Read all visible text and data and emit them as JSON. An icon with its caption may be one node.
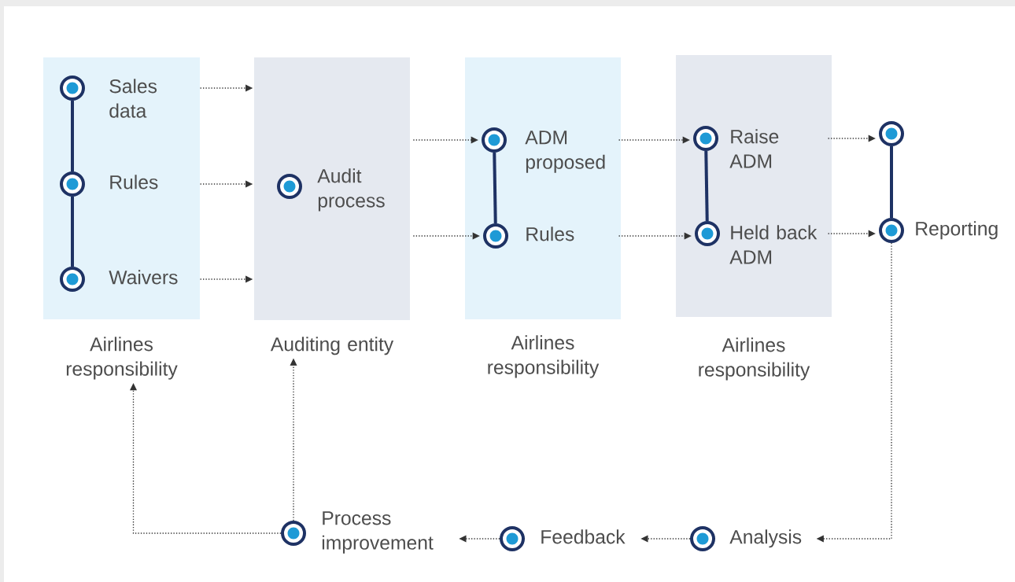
{
  "diagram": {
    "nodes": [
      {
        "text": [],
        "beside": [
          "Airlines responsibility"
        ],
        "shape": "box"
      },
      {
        "text": [
          "Sales data"
        ],
        "in": 0
      },
      {
        "text": [
          "Rules"
        ],
        "in": 0
      },
      {
        "text": [
          "Waivers"
        ],
        "in": 0
      },
      {
        "text": [],
        "beside": [
          "Auditing entity"
        ],
        "shape": "box"
      },
      {
        "text": [
          "Audit process"
        ],
        "in": 4
      },
      {
        "text": [],
        "beside": [
          "Airlines responsibility"
        ],
        "shape": "box"
      },
      {
        "text": [
          "ADM proposed"
        ],
        "in": 6
      },
      {
        "text": [
          "Rules"
        ],
        "in": 6
      },
      {
        "text": [],
        "beside": [
          "Airlines responsibility"
        ],
        "shape": "box"
      },
      {
        "text": [
          "Raise ADM"
        ],
        "in": 9
      },
      {
        "text": [
          "Held back ADM"
        ],
        "in": 9
      },
      {
        "text": [],
        "shape": "circle"
      },
      {
        "text": [
          "Reporting"
        ]
      },
      {
        "text": [
          "Analysis"
        ]
      },
      {
        "text": [
          "Feedback"
        ]
      },
      {
        "text": [
          "Process improvement"
        ]
      }
    ],
    "edges": [
      {
        "from": 1,
        "to": 2,
        "arrow": "none",
        "style": "thick",
        "color": "#1e3264"
      },
      {
        "from": 2,
        "to": 3,
        "arrow": "none",
        "style": "thick",
        "color": "#1e3264"
      },
      {
        "from": 1,
        "to": 4,
        "arrow": "to",
        "style": "dashed"
      },
      {
        "from": 2,
        "to": 4,
        "arrow": "to",
        "style": "dashed"
      },
      {
        "from": 3,
        "to": 4,
        "arrow": "to",
        "style": "dashed"
      },
      {
        "from": 4,
        "to": 7,
        "arrow": "to",
        "style": "dashed"
      },
      {
        "from": 4,
        "to": 8,
        "arrow": "to",
        "style": "dashed"
      },
      {
        "from": 7,
        "to": 8,
        "arrow": "none",
        "style": "thick",
        "color": "#1e3264"
      },
      {
        "from": 7,
        "to": 10,
        "arrow": "to",
        "style": "dashed"
      },
      {
        "from": 8,
        "to": 11,
        "arrow": "to",
        "style": "dashed"
      },
      {
        "from": 10,
        "to": 11,
        "arrow": "none",
        "style": "thick",
        "color": "#1e3264"
      },
      {
        "from": 10,
        "to": 12,
        "arrow": "to",
        "style": "dashed"
      },
      {
        "from": 11,
        "to": 13,
        "arrow": "to",
        "style": "dashed"
      },
      {
        "from": 12,
        "to": 13,
        "arrow": "none",
        "style": "thick",
        "color": "#1e3264"
      },
      {
        "from": 13,
        "to": 14,
        "arrow": "to",
        "style": "dashed"
      },
      {
        "from": 14,
        "to": 15,
        "arrow": "to",
        "style": "dashed"
      },
      {
        "from": 15,
        "to": 16,
        "arrow": "to",
        "style": "dashed"
      },
      {
        "from": 16,
        "to": 0,
        "arrow": "to",
        "style": "dashed"
      },
      {
        "from": 16,
        "to": 4,
        "arrow": "to",
        "style": "dashed"
      }
    ]
  }
}
